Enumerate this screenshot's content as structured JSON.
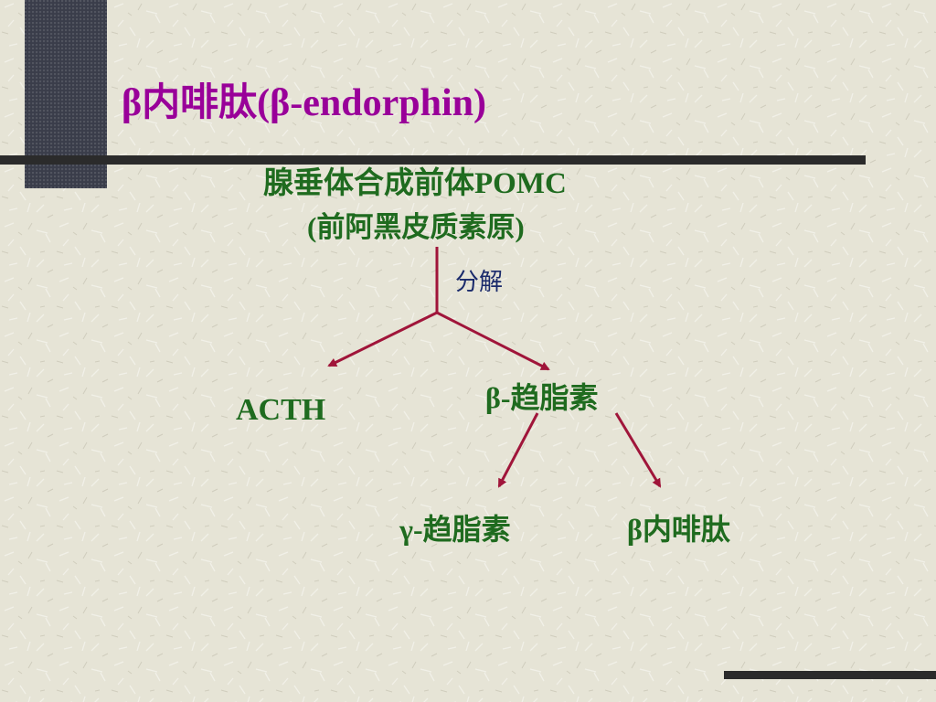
{
  "title": "β内啡肽(β-endorphin)",
  "nodes": {
    "pomc_line1": "腺垂体合成前体POMC",
    "pomc_line2": "(前阿黑皮质素原)",
    "split_label": "分解",
    "acth": "ACTH",
    "beta_lipotropin": "β-趋脂素",
    "gamma_lipotropin": "γ-趋脂素",
    "beta_endorphin": "β内啡肽"
  },
  "colors": {
    "title": "#990099",
    "node_text": "#1f6b1f",
    "split_label": "#1a2a6b",
    "arrow": "#a0153a",
    "background": "#e6e4d6",
    "rule": "#2b2b2b",
    "dark_block": "#3a3d4a"
  }
}
